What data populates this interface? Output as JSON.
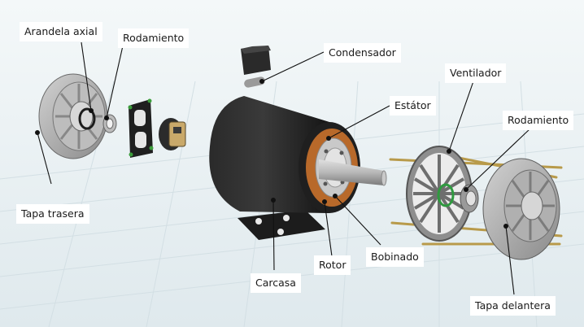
{
  "labels": {
    "arandela_axial": "Arandela axial",
    "rodamiento_trasero": "Rodamiento",
    "condensador": "Condensador",
    "ventilador": "Ventilador",
    "estator": "Estátor",
    "rodamiento_delantero": "Rodamiento",
    "tapa_trasera": "Tapa trasera",
    "carcasa": "Carcasa",
    "rotor": "Rotor",
    "bobinado": "Bobinado",
    "tapa_delantera": "Tapa delantera"
  }
}
